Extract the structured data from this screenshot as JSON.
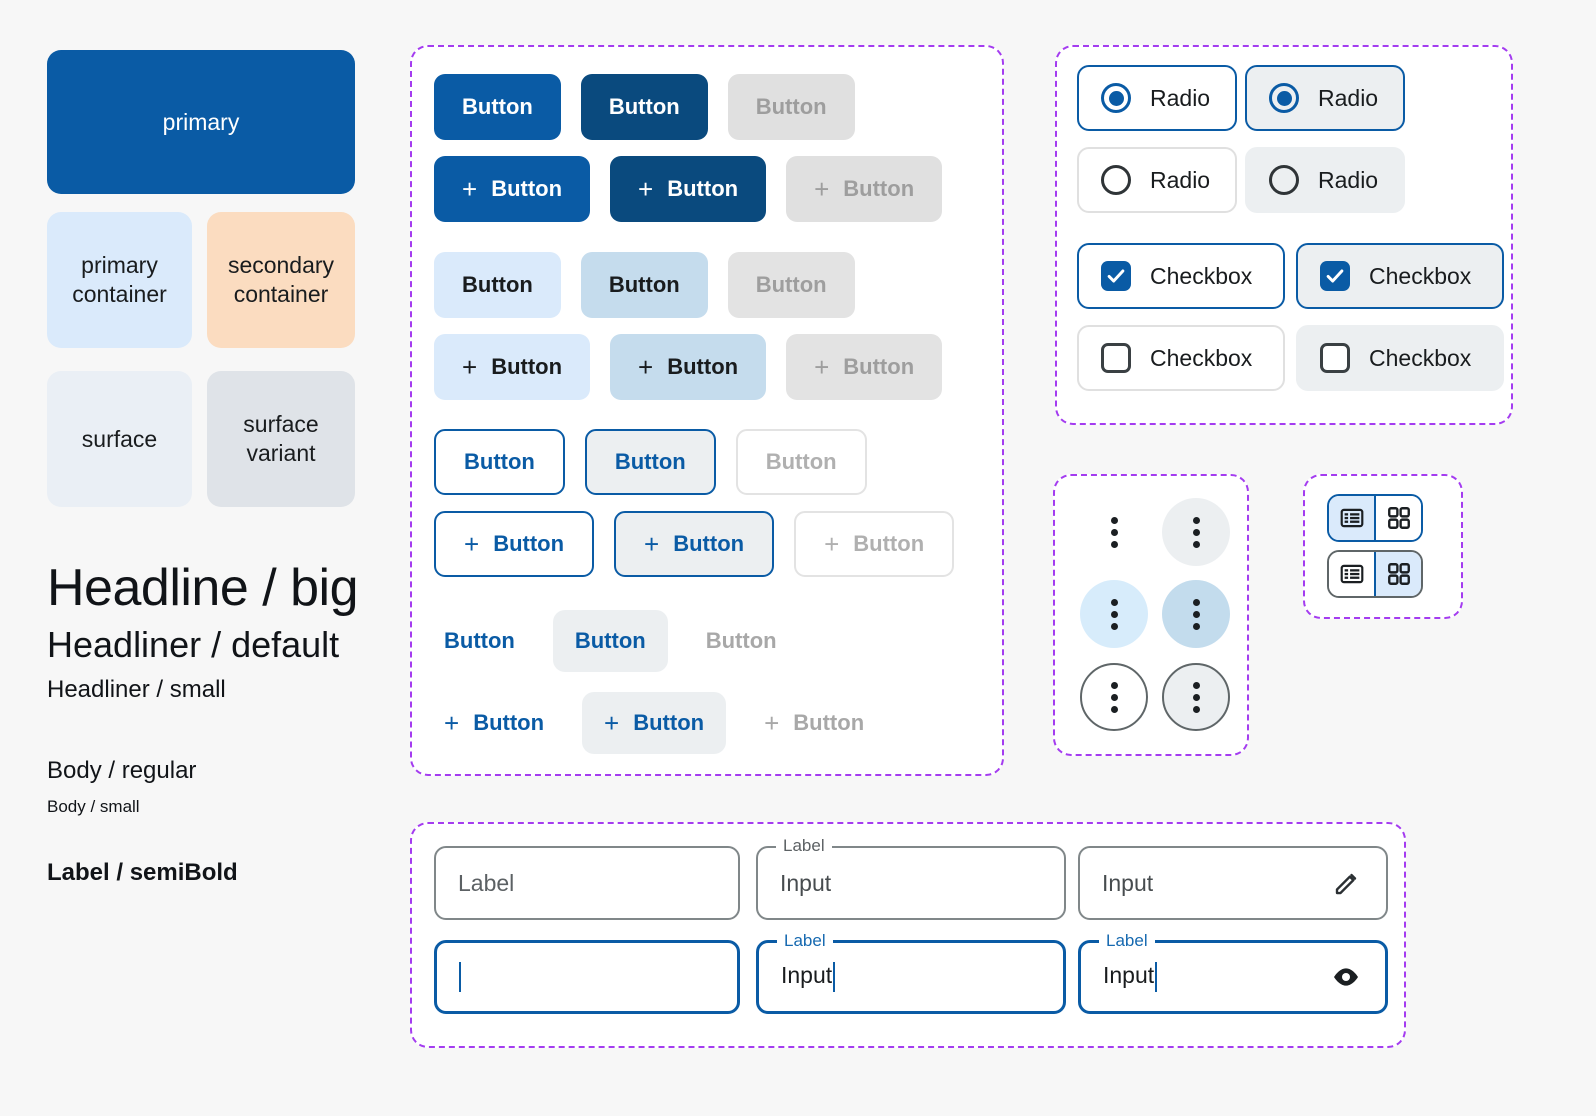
{
  "palette": {
    "swatches": [
      {
        "name": "primary",
        "label": "primary",
        "color": "#0a5ba5",
        "text_color": "#ffffff"
      },
      {
        "name": "primary-container",
        "label": "primary\ncontainer",
        "color": "#daeafb",
        "text_color": "#191c1e"
      },
      {
        "name": "secondary-container",
        "label": "secondary\ncontainer",
        "color": "#fbdcc0",
        "text_color": "#191c1e"
      },
      {
        "name": "surface",
        "label": "surface",
        "color": "#eaeff5",
        "text_color": "#191c1e"
      },
      {
        "name": "surface-variant",
        "label": "surface\nvariant",
        "color": "#dfe3e8",
        "text_color": "#191c1e"
      }
    ]
  },
  "typography": {
    "headline_big": "Headline / big",
    "headliner_default": "Headliner / default",
    "headliner_small": "Headliner / small",
    "body_regular": "Body / regular",
    "body_small": "Body / small",
    "label_semibold": "Label / semiBold"
  },
  "buttons": {
    "label": "Button",
    "plus_icon": "+",
    "rows": [
      {
        "variant": "filled",
        "with_icon": false,
        "states": [
          "enabled",
          "hover",
          "disabled"
        ]
      },
      {
        "variant": "filled",
        "with_icon": true,
        "states": [
          "enabled",
          "hover",
          "disabled"
        ]
      },
      {
        "variant": "tonal",
        "with_icon": false,
        "states": [
          "enabled",
          "hover",
          "disabled"
        ]
      },
      {
        "variant": "tonal",
        "with_icon": true,
        "states": [
          "enabled",
          "hover",
          "disabled"
        ]
      },
      {
        "variant": "outlined",
        "with_icon": false,
        "states": [
          "enabled",
          "hover",
          "disabled"
        ]
      },
      {
        "variant": "outlined",
        "with_icon": true,
        "states": [
          "enabled",
          "hover",
          "disabled"
        ]
      },
      {
        "variant": "text",
        "with_icon": false,
        "states": [
          "enabled",
          "hover",
          "disabled"
        ]
      },
      {
        "variant": "text",
        "with_icon": true,
        "states": [
          "enabled",
          "hover",
          "disabled"
        ]
      }
    ]
  },
  "selection_controls": {
    "radio_label": "Radio",
    "checkbox_label": "Checkbox",
    "items": [
      {
        "type": "radio",
        "checked": true,
        "surface": "light",
        "label": "Radio"
      },
      {
        "type": "radio",
        "checked": true,
        "surface": "grey",
        "label": "Radio"
      },
      {
        "type": "radio",
        "checked": false,
        "surface": "light",
        "label": "Radio"
      },
      {
        "type": "radio",
        "checked": false,
        "surface": "grey",
        "label": "Radio"
      },
      {
        "type": "checkbox",
        "checked": true,
        "surface": "light",
        "label": "Checkbox"
      },
      {
        "type": "checkbox",
        "checked": true,
        "surface": "grey",
        "label": "Checkbox"
      },
      {
        "type": "checkbox",
        "checked": false,
        "surface": "light",
        "label": "Checkbox"
      },
      {
        "type": "checkbox",
        "checked": false,
        "surface": "grey",
        "label": "Checkbox"
      }
    ]
  },
  "icon_buttons": {
    "icon": "more-vertical-icon",
    "items": [
      {
        "style": "plain",
        "background": "transparent"
      },
      {
        "style": "grey-filled",
        "background": "#eceff1"
      },
      {
        "style": "light-blue",
        "background": "#d7ecfb"
      },
      {
        "style": "mid-blue",
        "background": "#c3dced"
      },
      {
        "style": "outlined",
        "background": "#ffffff"
      },
      {
        "style": "outlined-grey",
        "background": "#eceff1"
      }
    ]
  },
  "segmented_control": {
    "options": [
      "list-view",
      "grid-view"
    ],
    "rows": [
      {
        "selected": "list-view"
      },
      {
        "selected": "grid-view"
      }
    ]
  },
  "inputs": {
    "fields": [
      {
        "name": "plain-placeholder",
        "label": null,
        "value": "Label",
        "state": "rest",
        "is_placeholder": true,
        "caret": false,
        "trailing_icon": null
      },
      {
        "name": "notched-rest",
        "label": "Label",
        "value": "Input",
        "state": "rest",
        "is_placeholder": false,
        "caret": false,
        "trailing_icon": null
      },
      {
        "name": "with-edit-icon",
        "label": null,
        "value": "Input",
        "state": "rest",
        "is_placeholder": false,
        "caret": false,
        "trailing_icon": "pencil-icon"
      },
      {
        "name": "empty-focused",
        "label": null,
        "value": "",
        "state": "focused",
        "is_placeholder": false,
        "caret": true,
        "trailing_icon": null
      },
      {
        "name": "notched-focused",
        "label": "Label",
        "value": "Input",
        "state": "focused",
        "is_placeholder": false,
        "caret": true,
        "trailing_icon": null
      },
      {
        "name": "password-focused",
        "label": "Label",
        "value": "Input",
        "state": "focused",
        "is_placeholder": false,
        "caret": true,
        "trailing_icon": "eye-icon"
      }
    ]
  },
  "colors": {
    "primary": "#0a5ba5",
    "primary_hover": "#0a4a7e",
    "primary_container": "#daeafb",
    "secondary_container": "#fbdcc0",
    "surface": "#eaeff5",
    "surface_variant": "#dfe3e8",
    "disabled_fill": "#e0e0e0",
    "disabled_text": "#9e9e9e",
    "group_outline": "#a43cf0",
    "page_background": "#f7f7f7"
  }
}
